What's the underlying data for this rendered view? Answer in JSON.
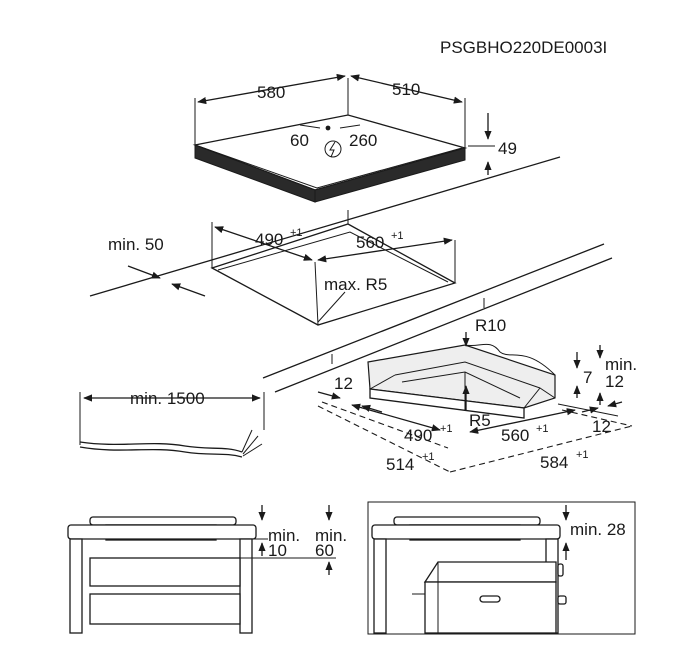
{
  "doc_code": "PSGBHO220DE0003I",
  "hob": {
    "width": "580",
    "depth": "510",
    "cable_x": "60",
    "cable_y": "260",
    "height": "49",
    "power_icon": "lightning-icon"
  },
  "cutout": {
    "width": "490",
    "width_tol": "+1",
    "depth": "560",
    "depth_tol": "+1",
    "edge_min": "min. 50",
    "radius": "max. R5"
  },
  "cable": {
    "length": "min. 1500"
  },
  "frame": {
    "r10": "R10",
    "r5": "R5",
    "offset_left": "12",
    "inner_width": "490",
    "inner_width_tol": "+1",
    "inner_depth": "560",
    "inner_depth_tol": "+1",
    "outer_width": "514",
    "outer_width_tol": "+1",
    "outer_depth": "584",
    "outer_depth_tol": "+1",
    "height": "7",
    "min": "min.",
    "min_val": "12",
    "offset_right": "12"
  },
  "install_left": {
    "min_a": "min.",
    "val_a": "10",
    "min_b": "min.",
    "val_b": "60"
  },
  "install_right": {
    "label": "min. 28"
  }
}
